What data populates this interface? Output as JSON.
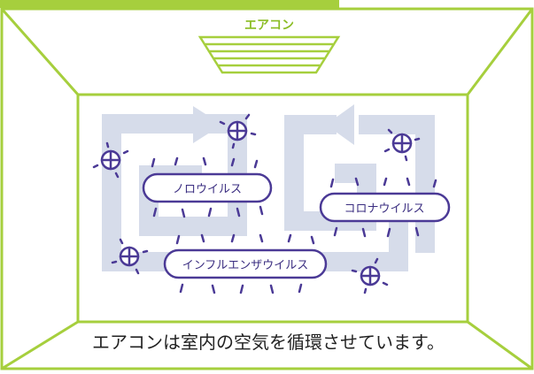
{
  "diagram": {
    "ac_label": "エアコン",
    "virus_labels": {
      "norovirus": "ノロウイルス",
      "coronavirus": "コロナウイルス",
      "influenza": "インフルエンザウイルス"
    },
    "caption": "エアコンは室内の空気を循環させています。",
    "colors": {
      "frame": "#a6cf3d",
      "airflow": "#d6dcea",
      "virus": "#4b3a96"
    }
  }
}
